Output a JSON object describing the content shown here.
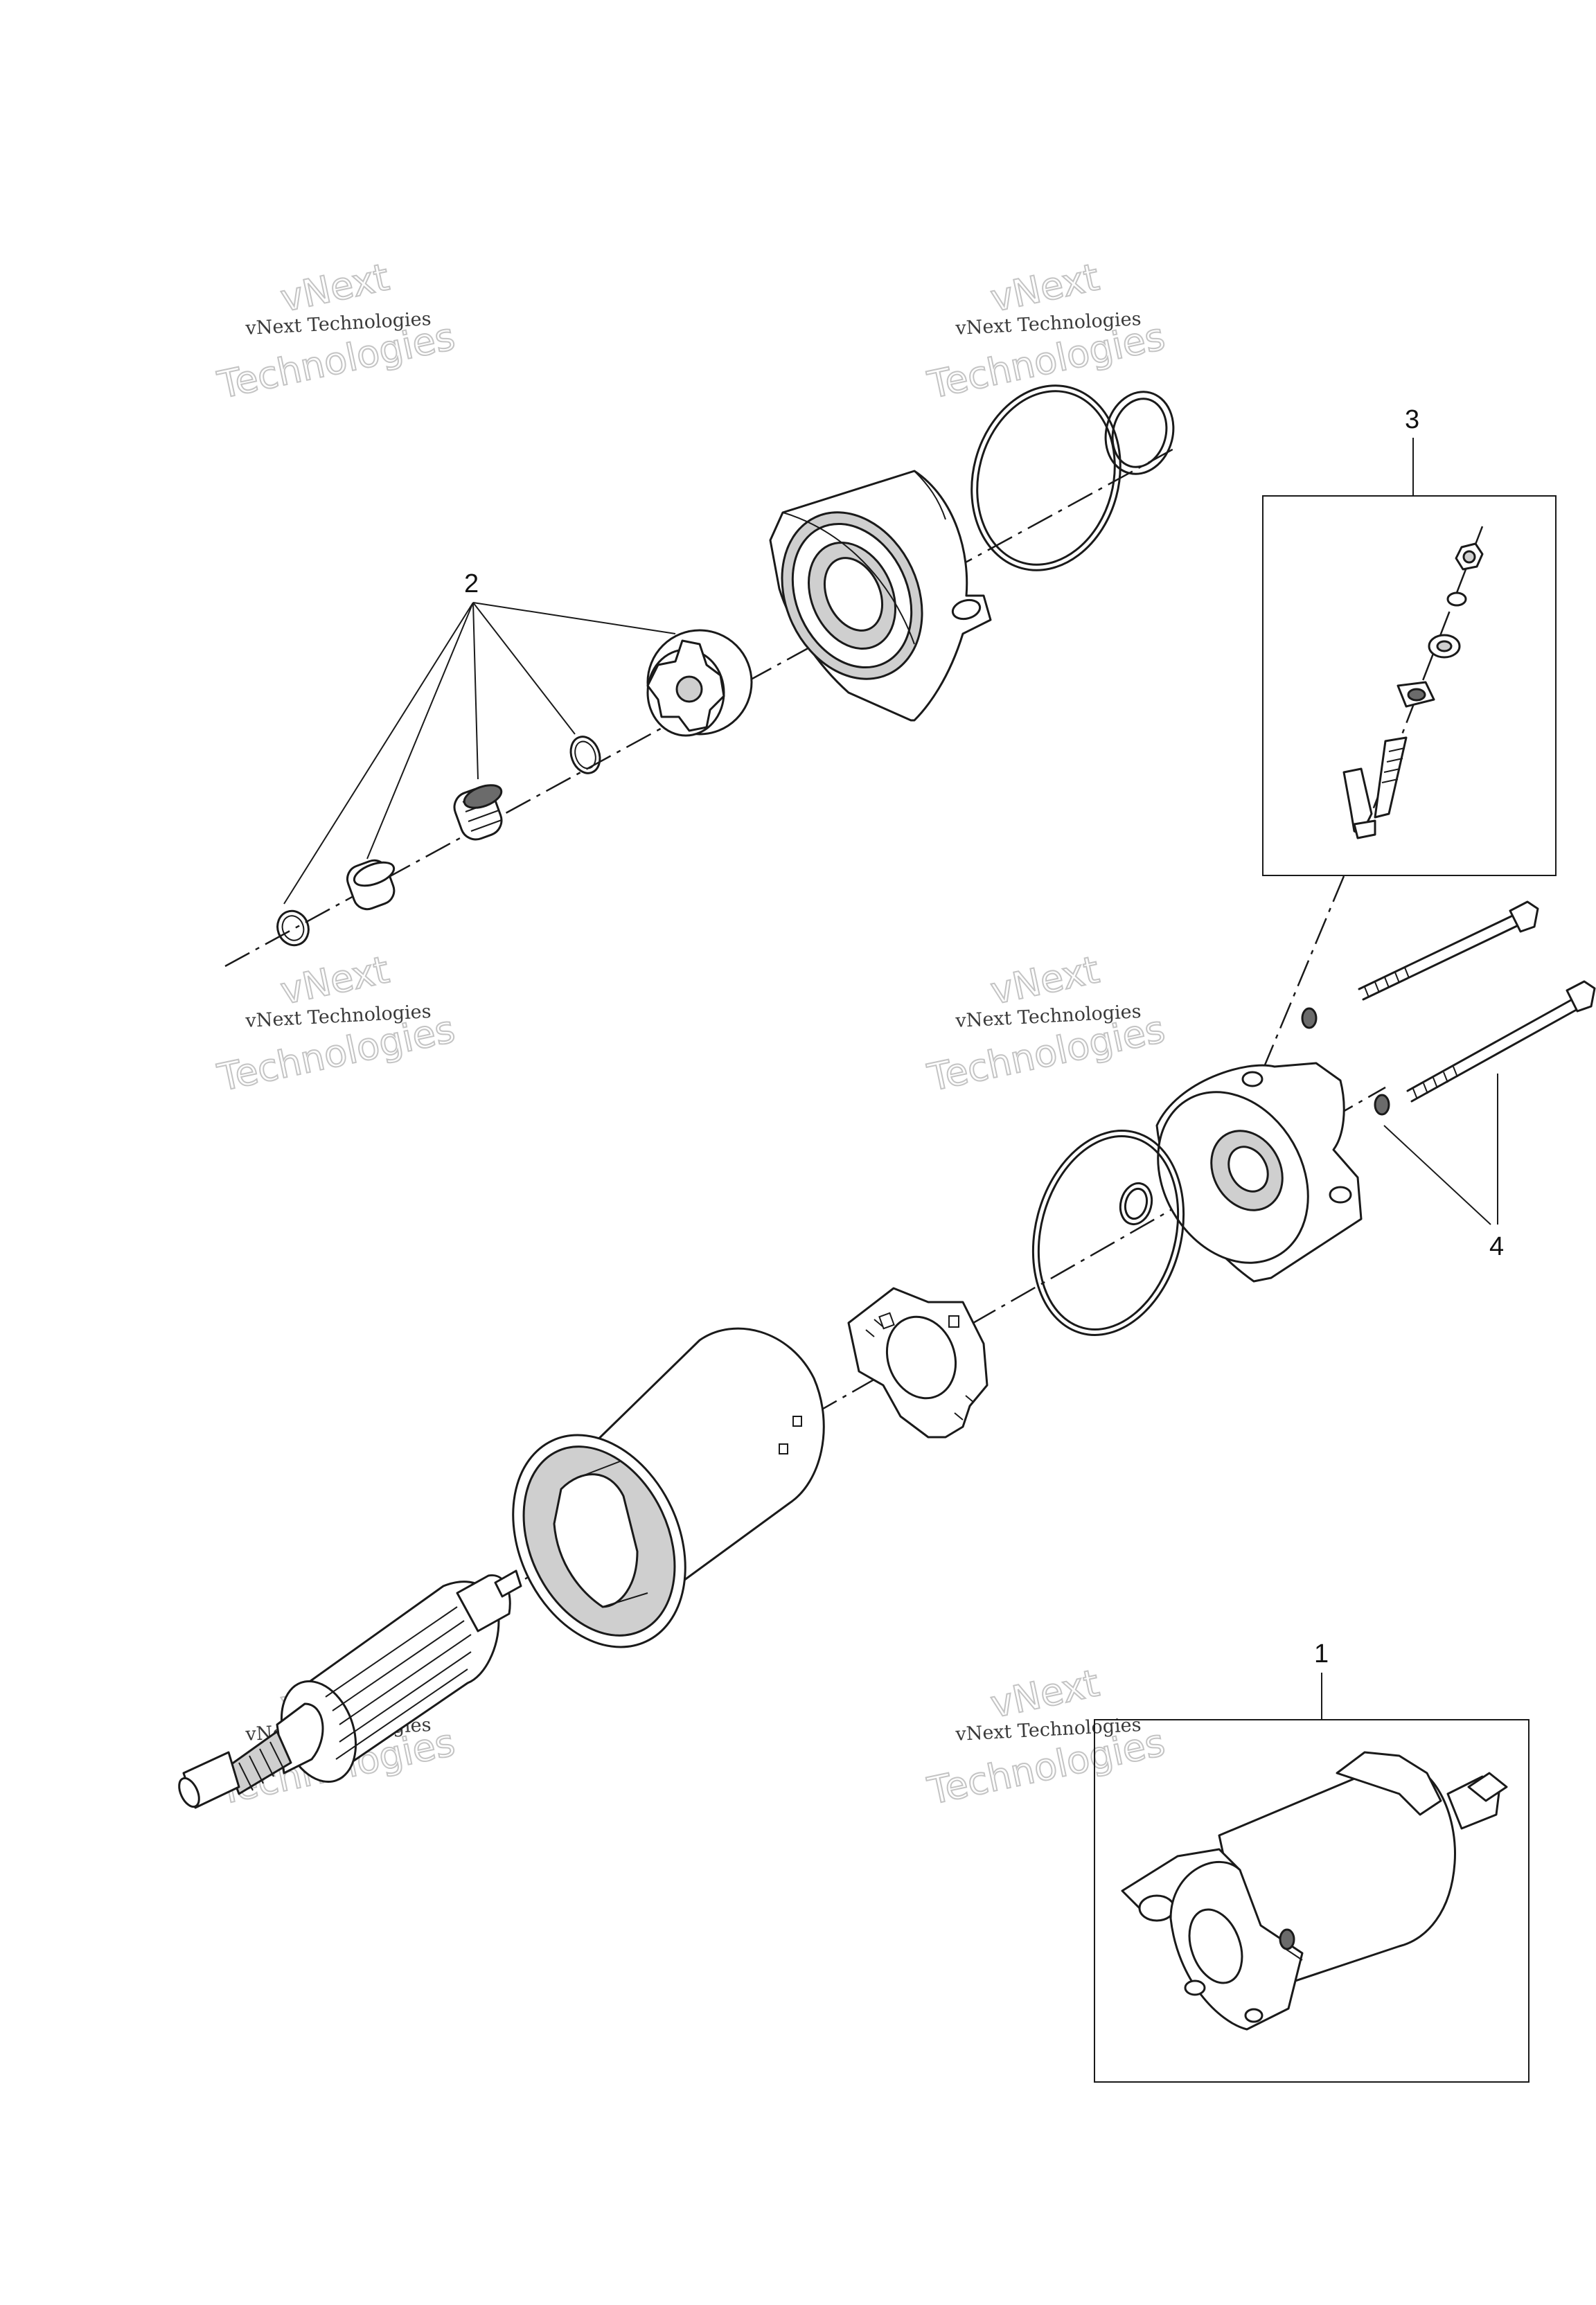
{
  "callouts": {
    "c1": "1",
    "c2": "2",
    "c3": "3",
    "c4": "4"
  },
  "watermark": {
    "line_small": "vNext Technologies",
    "word_top": "vNext",
    "word_bottom": "Technologies"
  },
  "colors": {
    "line": "#1a1a1a",
    "shade": "#cfcfcf",
    "watermark": "#c4c4c4"
  }
}
